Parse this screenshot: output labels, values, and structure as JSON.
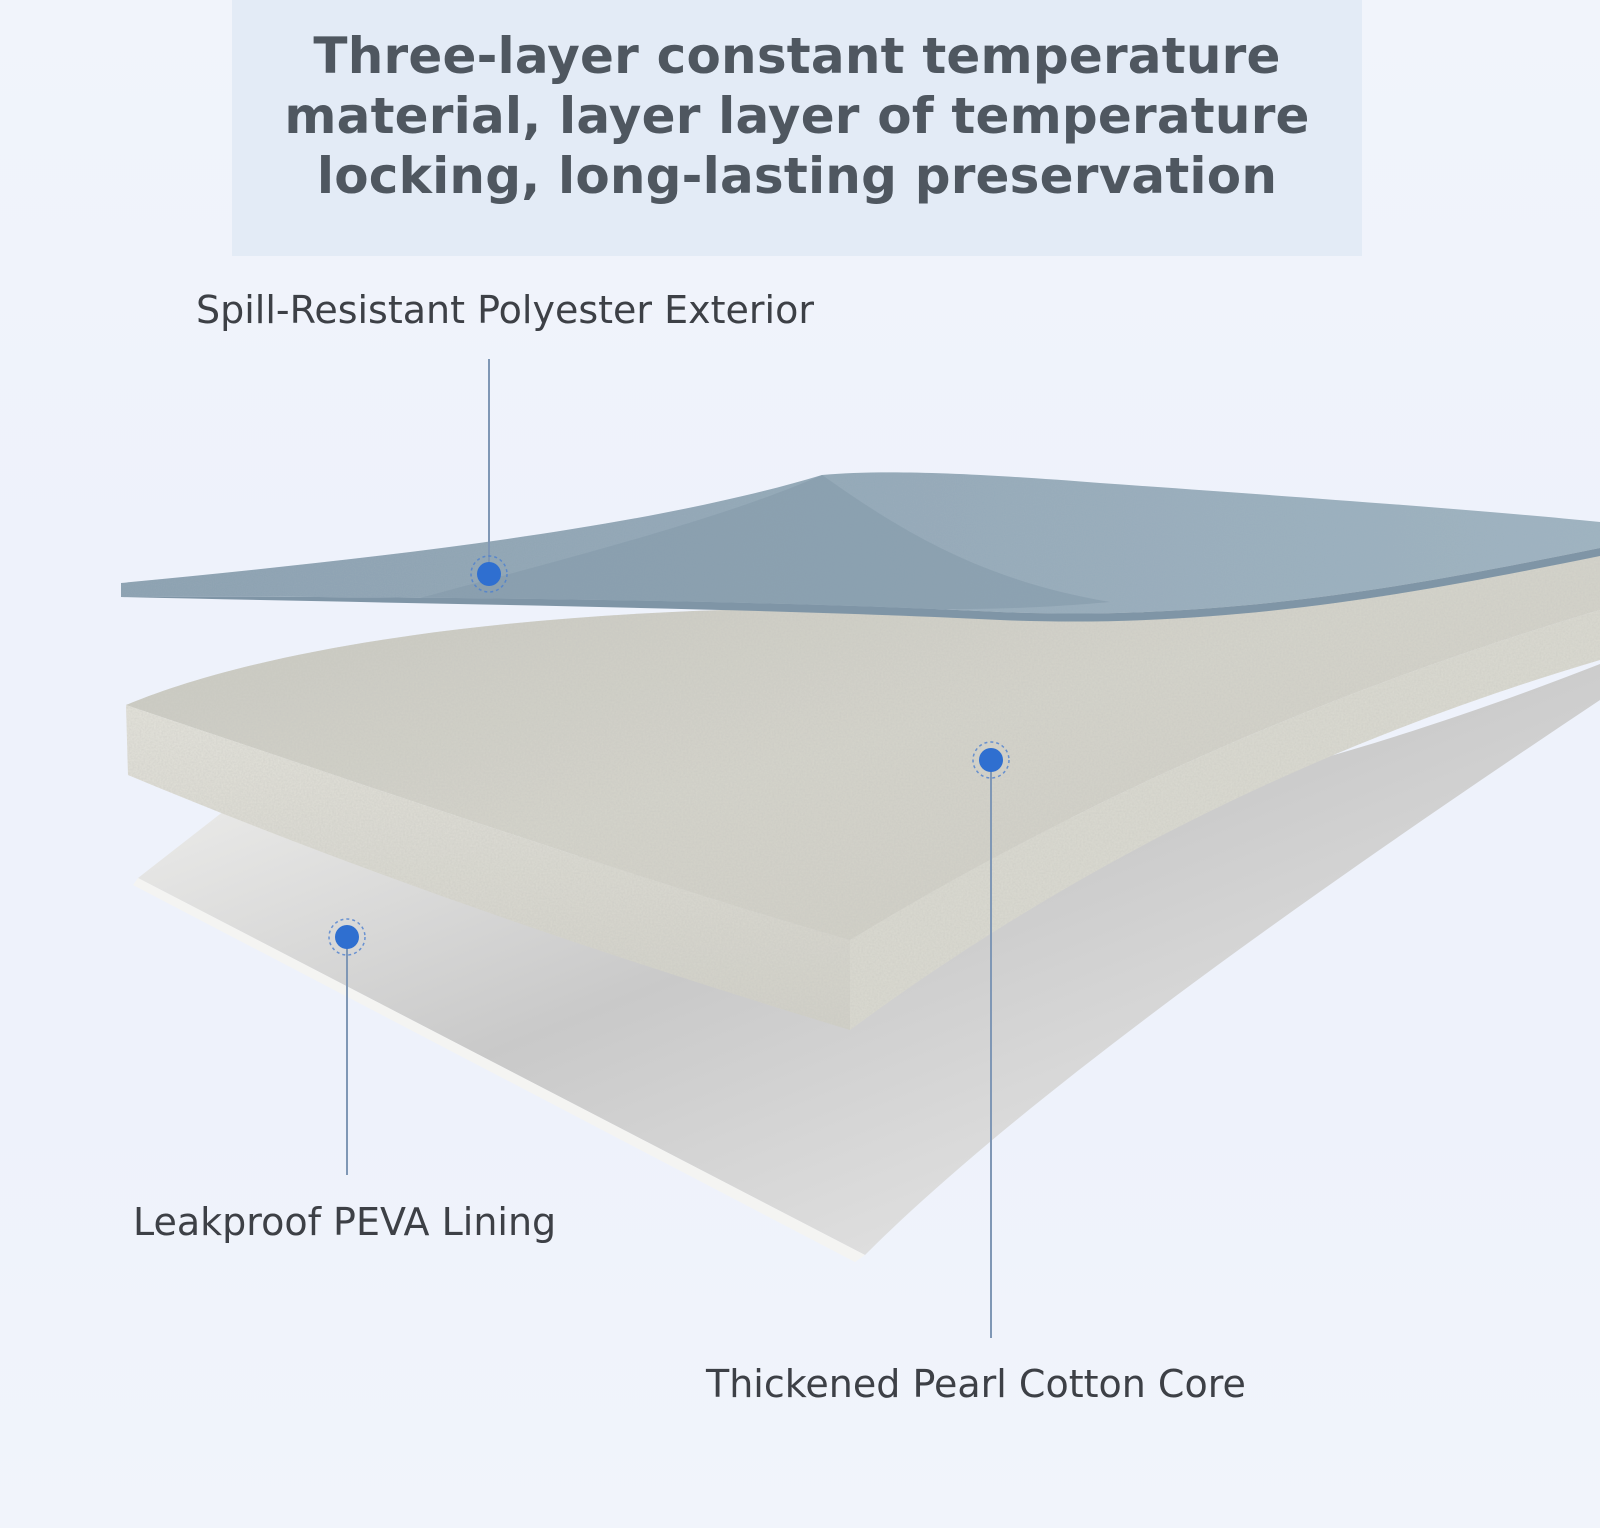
{
  "title": "Three-layer constant temperature material, layer layer of temperature locking, long-lasting preservation",
  "layers": [
    {
      "label": "Spill-Resistant Polyester Exterior",
      "color": "#8ea3b3"
    },
    {
      "label": "Thickened Pearl Cotton Core",
      "color": "#d4d3c9"
    },
    {
      "label": "Leakproof PEVA Lining",
      "color": "#ecebe8"
    }
  ],
  "colors": {
    "marker": "#2f6fd0",
    "leader_line": "#7f97b5",
    "background": "#eef2fb",
    "title_box": "#e3ebf6",
    "title_text": "#4f5760"
  }
}
